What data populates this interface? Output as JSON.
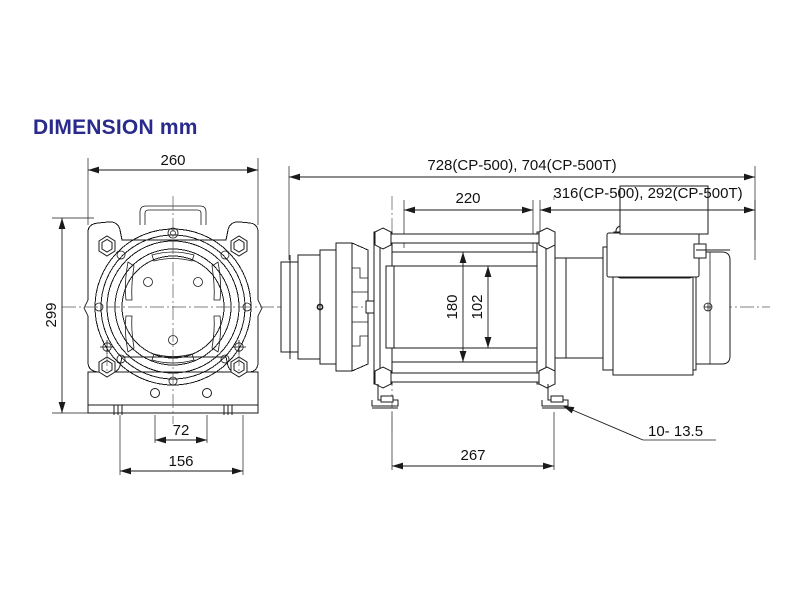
{
  "title": "DIMENSION mm",
  "colors": {
    "title": "#2a2a8c",
    "line": "#1a1a1a",
    "background": "#ffffff",
    "centerline": "#555555"
  },
  "drawing": {
    "subject": "electric winch technical dimension drawing",
    "models": [
      "CP-500",
      "CP-500T"
    ],
    "views": [
      {
        "name": "front-view",
        "position": "left"
      },
      {
        "name": "side-view",
        "position": "right"
      }
    ]
  },
  "dimensions": {
    "front_width_overall": "260",
    "front_height_overall": "299",
    "base_hole_spacing_inner": "72",
    "base_hole_spacing_outer": "156",
    "side_length_overall": "728(CP-500), 704(CP-500T)",
    "drum_length": "220",
    "motor_length": "316(CP-500), 292(CP-500T)",
    "drum_flange_dia": "180",
    "drum_barrel_dia": "102",
    "base_length": "267",
    "hole_callout": "10-  13.5"
  }
}
